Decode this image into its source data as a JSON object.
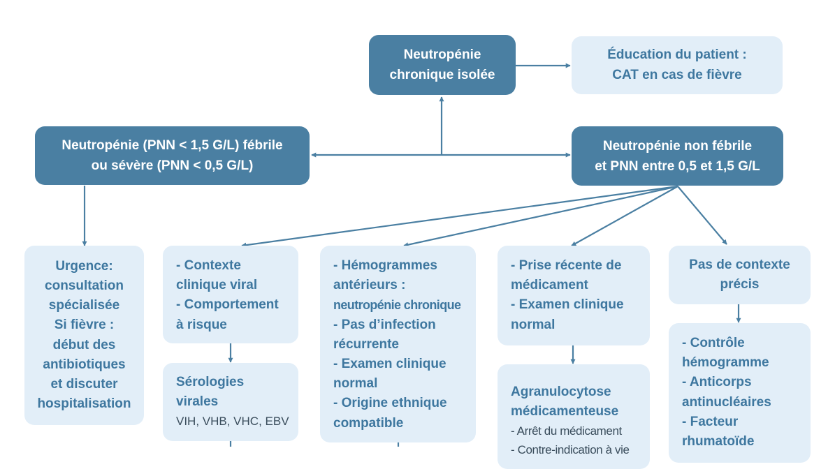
{
  "colors": {
    "dark_box": "#4a7fa2",
    "light_box": "#e2eef8",
    "text_light_box": "#3e779f",
    "arrow": "#4a7fa2"
  },
  "top_box": {
    "lines": [
      "Neutropénie",
      "chronique isolée"
    ]
  },
  "education_box": {
    "lines": [
      "Éducation du patient :",
      "CAT en cas de fièvre"
    ]
  },
  "febrile_box": {
    "lines": [
      "Neutropénie (PNN < 1,5 G/L) fébrile",
      "ou sévère (PNN < 0,5 G/L)"
    ]
  },
  "non_febrile_box": {
    "lines": [
      "Neutropénie non fébrile",
      "et PNN entre 0,5 et 1,5 G/L"
    ]
  },
  "urgence_box": {
    "lines": [
      "Urgence:",
      "consultation",
      "spécialisée",
      "Si fièvre :",
      "début des",
      "antibiotiques",
      "et discuter",
      "hospitalisation"
    ]
  },
  "viral_box": {
    "lines": [
      "- Contexte",
      "clinique viral",
      "- Comportement",
      "à risque"
    ]
  },
  "serology_box": {
    "title_lines": [
      "Sérologies",
      "virales"
    ],
    "detail": "VIH, VHB, VHC, EBV"
  },
  "hemogram_box": {
    "lines": [
      "- Hémogrammes",
      "antérieurs :",
      "neutropénie chronique",
      "- Pas d’infection",
      "récurrente",
      "- Examen clinique",
      "normal",
      "- Origine ethnique",
      "compatible"
    ]
  },
  "medication_box": {
    "lines": [
      "- Prise récente de",
      "médicament",
      "- Examen clinique",
      "normal"
    ]
  },
  "agranulocytose_box": {
    "title_lines": [
      "Agranulocytose",
      "médicamenteuse"
    ],
    "details": [
      "- Arrêt du médicament",
      "- Contre-indication à vie"
    ]
  },
  "no_context_box": {
    "lines": [
      "Pas de contexte",
      "précis"
    ]
  },
  "control_box": {
    "lines": [
      "- Contrôle",
      "hémogramme",
      "- Anticorps",
      "antinucléaires",
      "- Facteur",
      "rhumatoïde"
    ]
  }
}
